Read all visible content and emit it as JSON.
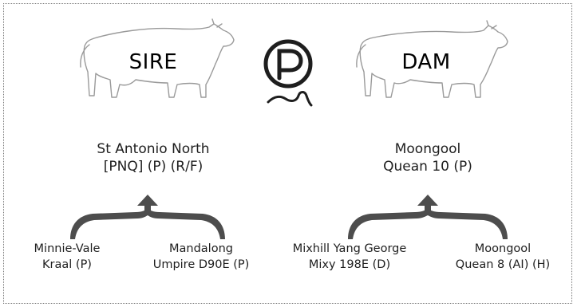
{
  "sire": {
    "label": "SIRE",
    "name_line1": "St Antonio North",
    "name_line2": "[PNQ] (P) (R/F)",
    "sire": {
      "line1": "Minnie-Vale",
      "line2": "Kraal (P)"
    },
    "dam": {
      "line1": "Mandalong",
      "line2": "Umpire D90E (P)"
    }
  },
  "dam": {
    "label": "DAM",
    "name_line1": "Moongool",
    "name_line2": "Quean 10 (P)",
    "sire": {
      "line1": "Mixhill Yang George",
      "line2": "Mixy 198E (D)"
    },
    "dam": {
      "line1": "Moongool",
      "line2": "Quean 8 (AI) (H)"
    }
  },
  "logo": {
    "letter": "P",
    "icon": "polled-p-icon"
  },
  "colors": {
    "bracket": "#4d4d4d",
    "outline": "#9a9a9a",
    "text": "#1e1e1e"
  }
}
